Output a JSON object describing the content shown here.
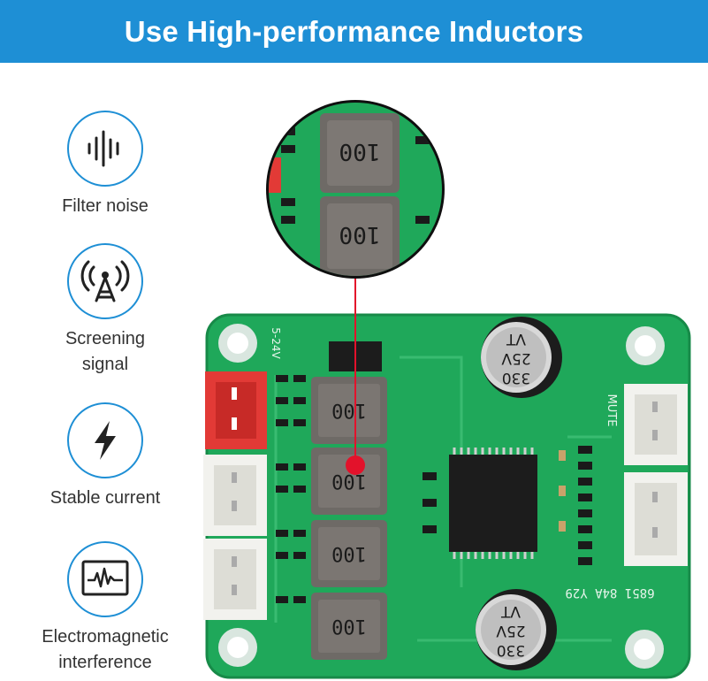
{
  "banner": {
    "title": "Use High-performance Inductors"
  },
  "features": [
    {
      "icon": "sound-wave-icon",
      "label_line1": "Filter noise",
      "label_line2": ""
    },
    {
      "icon": "signal-tower-icon",
      "label_line1": "Screening",
      "label_line2": "signal"
    },
    {
      "icon": "lightning-bolt-icon",
      "label_line1": "Stable current",
      "label_line2": ""
    },
    {
      "icon": "oscilloscope-icon",
      "label_line1": "Electromagnetic",
      "label_line2": "interference"
    }
  ],
  "board": {
    "inductor_marking": "100",
    "capacitor_top": {
      "line1": "330",
      "line2": "25V",
      "line3": "VT"
    },
    "capacitor_bottom": {
      "line1": "330",
      "line2": "25V",
      "line3": "VT"
    },
    "silkscreen_bottom": "6851 84A  Y29",
    "silkscreen_mute": "MUTE",
    "silkscreen_voltage": "5-24V"
  },
  "colors": {
    "accent": "#1e8fd5",
    "pcb_green": "#1fa85a",
    "marker_red": "#e3122b",
    "connector_red": "#e23a36"
  }
}
